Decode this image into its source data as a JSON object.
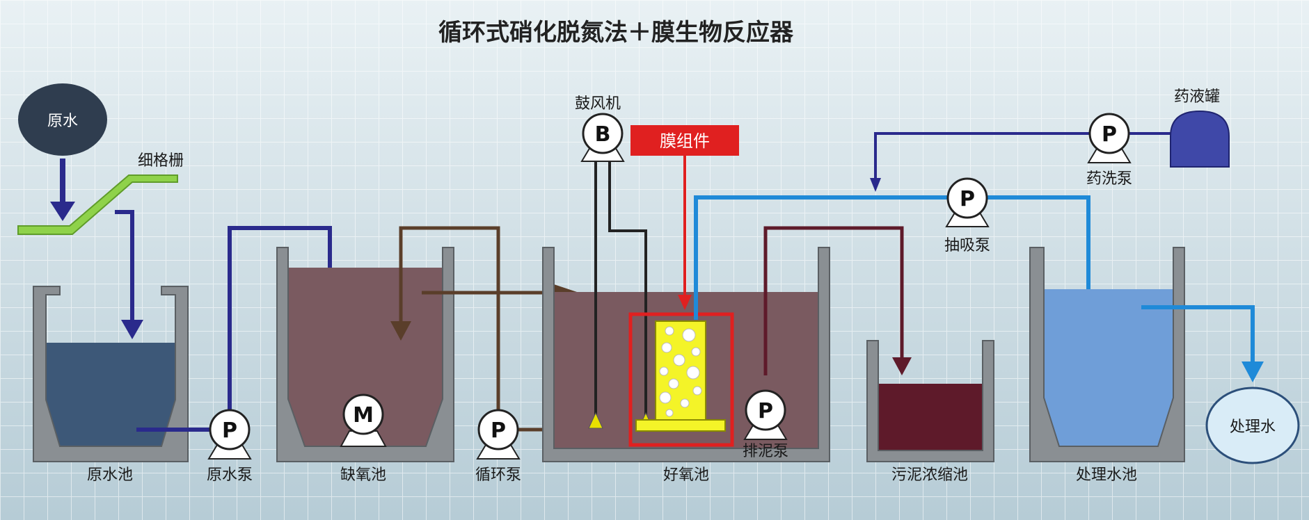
{
  "title": "循环式硝化脱氮法＋膜生物反应器",
  "nodes": {
    "raw_water": "原水",
    "screen": "细格栅",
    "blower": "鼓风机",
    "membrane": "膜组件",
    "chem_tank": "药液罐",
    "chem_pump": "药洗泵",
    "suction_pump": "抽吸泵",
    "treated_water": "处理水"
  },
  "tanks": {
    "raw_tank": "原水池",
    "raw_pump": "原水泵",
    "anoxic": "缺氧池",
    "circ_pump": "循环泵",
    "aerobic": "好氧池",
    "sludge_pump": "排泥泵",
    "thickener": "污泥浓缩池",
    "treated_tank": "处理水池"
  },
  "symbols": {
    "pump": "P",
    "mixer": "M",
    "blower": "B"
  },
  "colors": {
    "raw_water_fill": "#3d5878",
    "sludge_fill": "#7a5a60",
    "thick_sludge_fill": "#5e1a2a",
    "treated_fill": "#6f9ed8",
    "tank_wall": "#8a8f93",
    "pipe_raw": "#2a2a8c",
    "pipe_return": "#5a3e2a",
    "pipe_effluent": "#1f8ad8",
    "pipe_sludge": "#5e1a2a",
    "membrane_frame": "#e02020",
    "membrane_fill": "#f4f428",
    "screen": "#8fd24a"
  }
}
